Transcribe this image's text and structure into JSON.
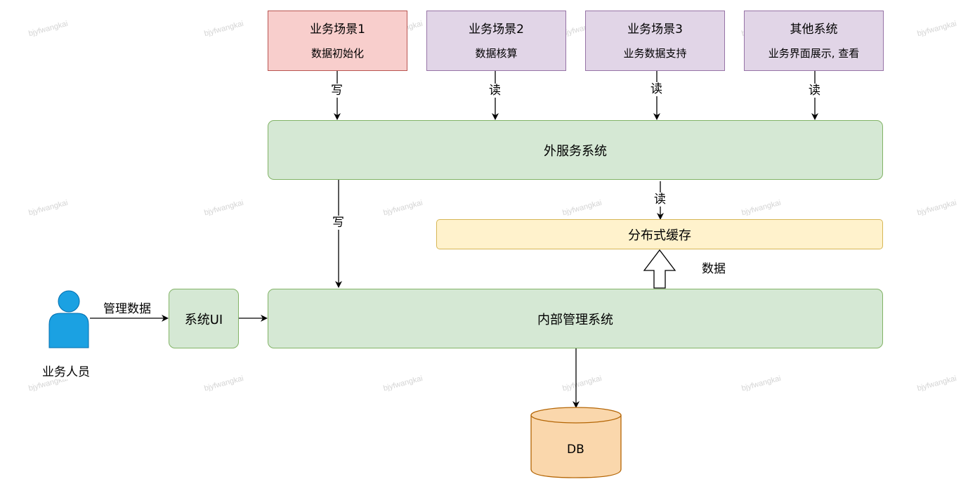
{
  "watermark": "bjyfwangkai",
  "scenarios": [
    {
      "title": "业务场景1",
      "subtitle": "数据初始化",
      "op": "写"
    },
    {
      "title": "业务场景2",
      "subtitle": "数据核算",
      "op": "读"
    },
    {
      "title": "业务场景3",
      "subtitle": "业务数据支持",
      "op": "读"
    },
    {
      "title": "其他系统",
      "subtitle": "业务界面展示, 查看",
      "op": "读"
    }
  ],
  "external_service": "外服务系统",
  "cache": "分布式缓存",
  "cache_read_label": "读",
  "write_label": "写",
  "data_label": "数据",
  "internal_system": "内部管理系统",
  "system_ui": "系统UI",
  "manage_label": "管理数据",
  "actor": "业务人员",
  "db": "DB",
  "colors": {
    "green_fill": "#d5e8d4",
    "green_stroke": "#82b366",
    "red_fill": "#f8cecc",
    "red_stroke": "#b85450",
    "purple_fill": "#e1d5e7",
    "purple_stroke": "#9673a6",
    "yellow_fill": "#fff2cc",
    "yellow_stroke": "#d6b656",
    "db_fill": "#fad7ac",
    "db_stroke": "#b46504",
    "actor_fill": "#1ba1e2"
  }
}
